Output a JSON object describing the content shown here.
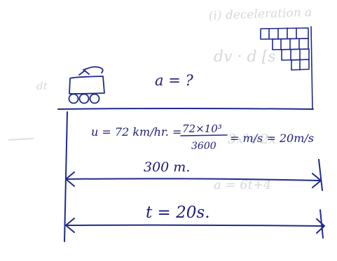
{
  "background_color": "#ffffff",
  "ink_color": "#1f2a8c",
  "bleed_color": "#d5d8dd",
  "sketch": {
    "acceleration_label": "a = ?",
    "speed_equation": {
      "lhs": "u = 72 km/hr. =",
      "numerator": "72×10³",
      "denominator": "3600",
      "rhs": "= m/s = 20m/s"
    },
    "distance_label": "300 m.",
    "time_label": "t = 20s."
  },
  "bleed_through": {
    "top_text": "(i) deceleration a",
    "fragment_1": "dv · d [s",
    "fragment_2": "dt",
    "fragment_3": "3x²+2x",
    "fragment_4": "a = 6t+4"
  },
  "icons": {
    "vehicle": "truck-icon",
    "wall": "brick-wall-icon"
  }
}
